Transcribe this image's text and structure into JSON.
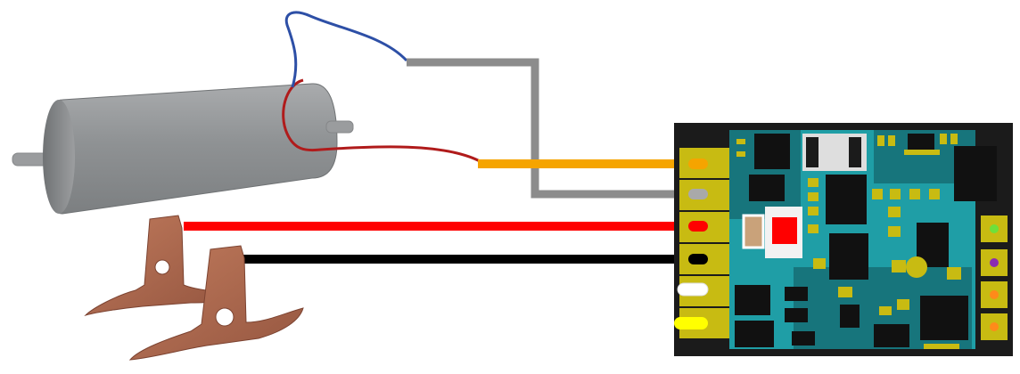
{
  "diagram": {
    "components": {
      "motor": "dc-motor",
      "pickups": "track-pickup-tabs",
      "decoder": "dcc-decoder-board"
    },
    "colors": {
      "background": "#ffffff",
      "motor_body": "#8f9294",
      "motor_shaft": "#9a9c9e",
      "pickup_copper": "#b06a4e",
      "pcb_black": "#1b1b1b",
      "pcb_teal": "#1f9ea6",
      "pad_yellow": "#c8bb12",
      "wire_orange": "#f5a400",
      "wire_gray": "#8c8c8c",
      "wire_red": "#ff0000",
      "wire_black": "#000000",
      "wire_white": "#ffffff",
      "wire_yellow": "#ffff00",
      "lead_blue": "#2d4fa6",
      "lead_red": "#b01b1b",
      "led_green": "#6ee03a",
      "led_purple": "#8a2bb0",
      "led_orange": "#ff8a1a"
    },
    "wires": [
      {
        "name": "orange",
        "connects": "motor-terminal-1"
      },
      {
        "name": "gray",
        "connects": "motor-terminal-2"
      },
      {
        "name": "red",
        "connects": "right-rail-pickup"
      },
      {
        "name": "black",
        "connects": "left-rail-pickup"
      },
      {
        "name": "white",
        "connects": "function-output"
      },
      {
        "name": "yellow",
        "connects": "function-output"
      }
    ]
  }
}
